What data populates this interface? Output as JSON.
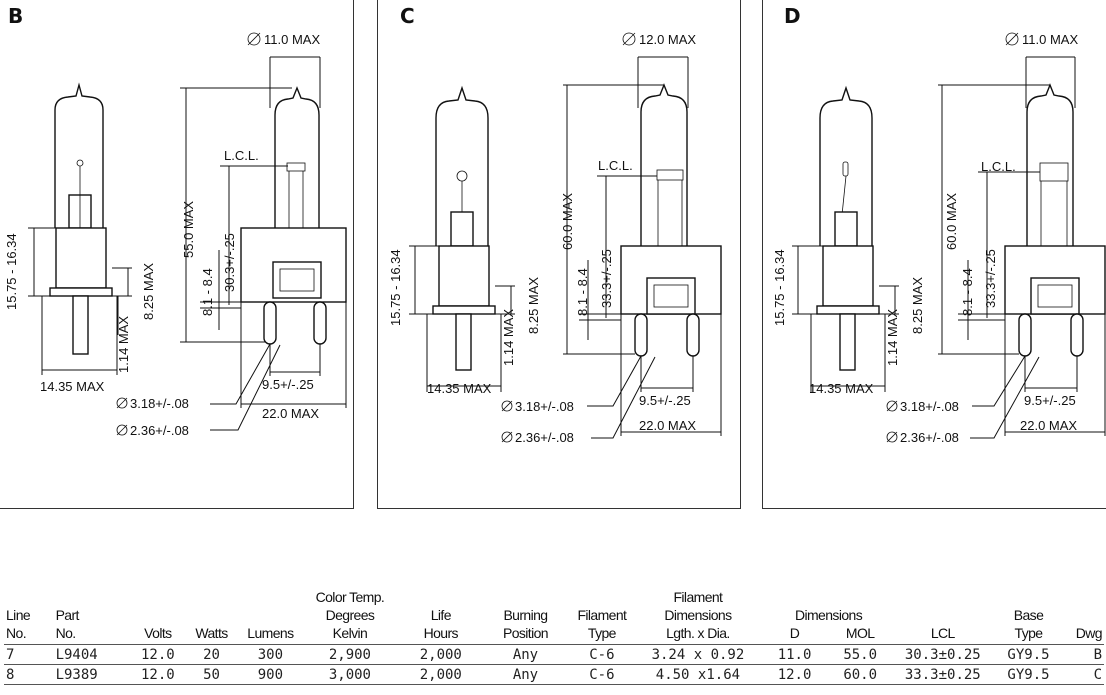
{
  "panels": [
    {
      "letter": "B",
      "dia": "11.0 MAX",
      "lcl": "L.C.L.",
      "overall": "55.0 MAX",
      "lcl_height": "30.3+/-.25",
      "base_range": "8.1 - 8.4",
      "pin_height": "8.25 MAX",
      "side_range": "15.75 - 16.34",
      "gap": "1.14 MAX",
      "side_width": "14.35 MAX",
      "pin_spacing": "9.5+/-.25",
      "base_width": "22.0 MAX",
      "pin_dia_1": "3.18+/-.08",
      "pin_dia_2": "2.36+/-.08"
    },
    {
      "letter": "C",
      "dia": "12.0 MAX",
      "lcl": "L.C.L.",
      "overall": "60.0 MAX",
      "lcl_height": "33.3+/-.25",
      "base_range": "8.1 - 8.4",
      "pin_height": "8.25 MAX",
      "side_range": "15.75 - 16.34",
      "gap": "1.14 MAX",
      "side_width": "14.35 MAX",
      "pin_spacing": "9.5+/-.25",
      "base_width": "22.0 MAX",
      "pin_dia_1": "3.18+/-.08",
      "pin_dia_2": "2.36+/-.08"
    },
    {
      "letter": "D",
      "dia": "11.0 MAX",
      "lcl": "L.C.L.",
      "overall": "60.0 MAX",
      "lcl_height": "33.3+/-.25",
      "base_range": "8.1 - 8.4",
      "pin_height": "8.25 MAX",
      "side_range": "15.75 - 16.34",
      "gap": "1.14 MAX",
      "side_width": "14.35 MAX",
      "pin_spacing": "9.5+/-.25",
      "base_width": "22.0 MAX",
      "pin_dia_1": "3.18+/-.08",
      "pin_dia_2": "2.36+/-.08"
    }
  ],
  "table": {
    "headers": {
      "line": [
        "Line",
        "No."
      ],
      "part": [
        "Part",
        "No."
      ],
      "volts": "Volts",
      "watts": "Watts",
      "lumens": "Lumens",
      "color": [
        "Color Temp.",
        "Degrees",
        "Kelvin"
      ],
      "life": [
        "Life",
        "Hours"
      ],
      "burning": [
        "Burning",
        "Position"
      ],
      "filament_type": [
        "Filament",
        "Type"
      ],
      "filament_dims": [
        "Filament",
        "Dimensions",
        "Lgth. x Dia."
      ],
      "dimensions": "Dimensions",
      "d": "D",
      "mol": "MOL",
      "lcl": "LCL",
      "base": [
        "Base",
        "Type"
      ],
      "dwg": "Dwg"
    },
    "rows": [
      {
        "line": "7",
        "part": "L9404",
        "volts": "12.0",
        "watts": "20",
        "lumens": "300",
        "color": "2,900",
        "life": "2,000",
        "burning": "Any",
        "filament_type": "C-6",
        "filament_dims": "3.24 x 0.92",
        "d": "11.0",
        "mol": "55.0",
        "lcl": "30.3±0.25",
        "base": "GY9.5",
        "dwg": "B"
      },
      {
        "line": "8",
        "part": "L9389",
        "volts": "12.0",
        "watts": "50",
        "lumens": "900",
        "color": "3,000",
        "life": "2,000",
        "burning": "Any",
        "filament_type": "C-6",
        "filament_dims": "4.50 x1.64",
        "d": "12.0",
        "mol": "60.0",
        "lcl": "33.3±0.25",
        "base": "GY9.5",
        "dwg": "C"
      }
    ]
  }
}
